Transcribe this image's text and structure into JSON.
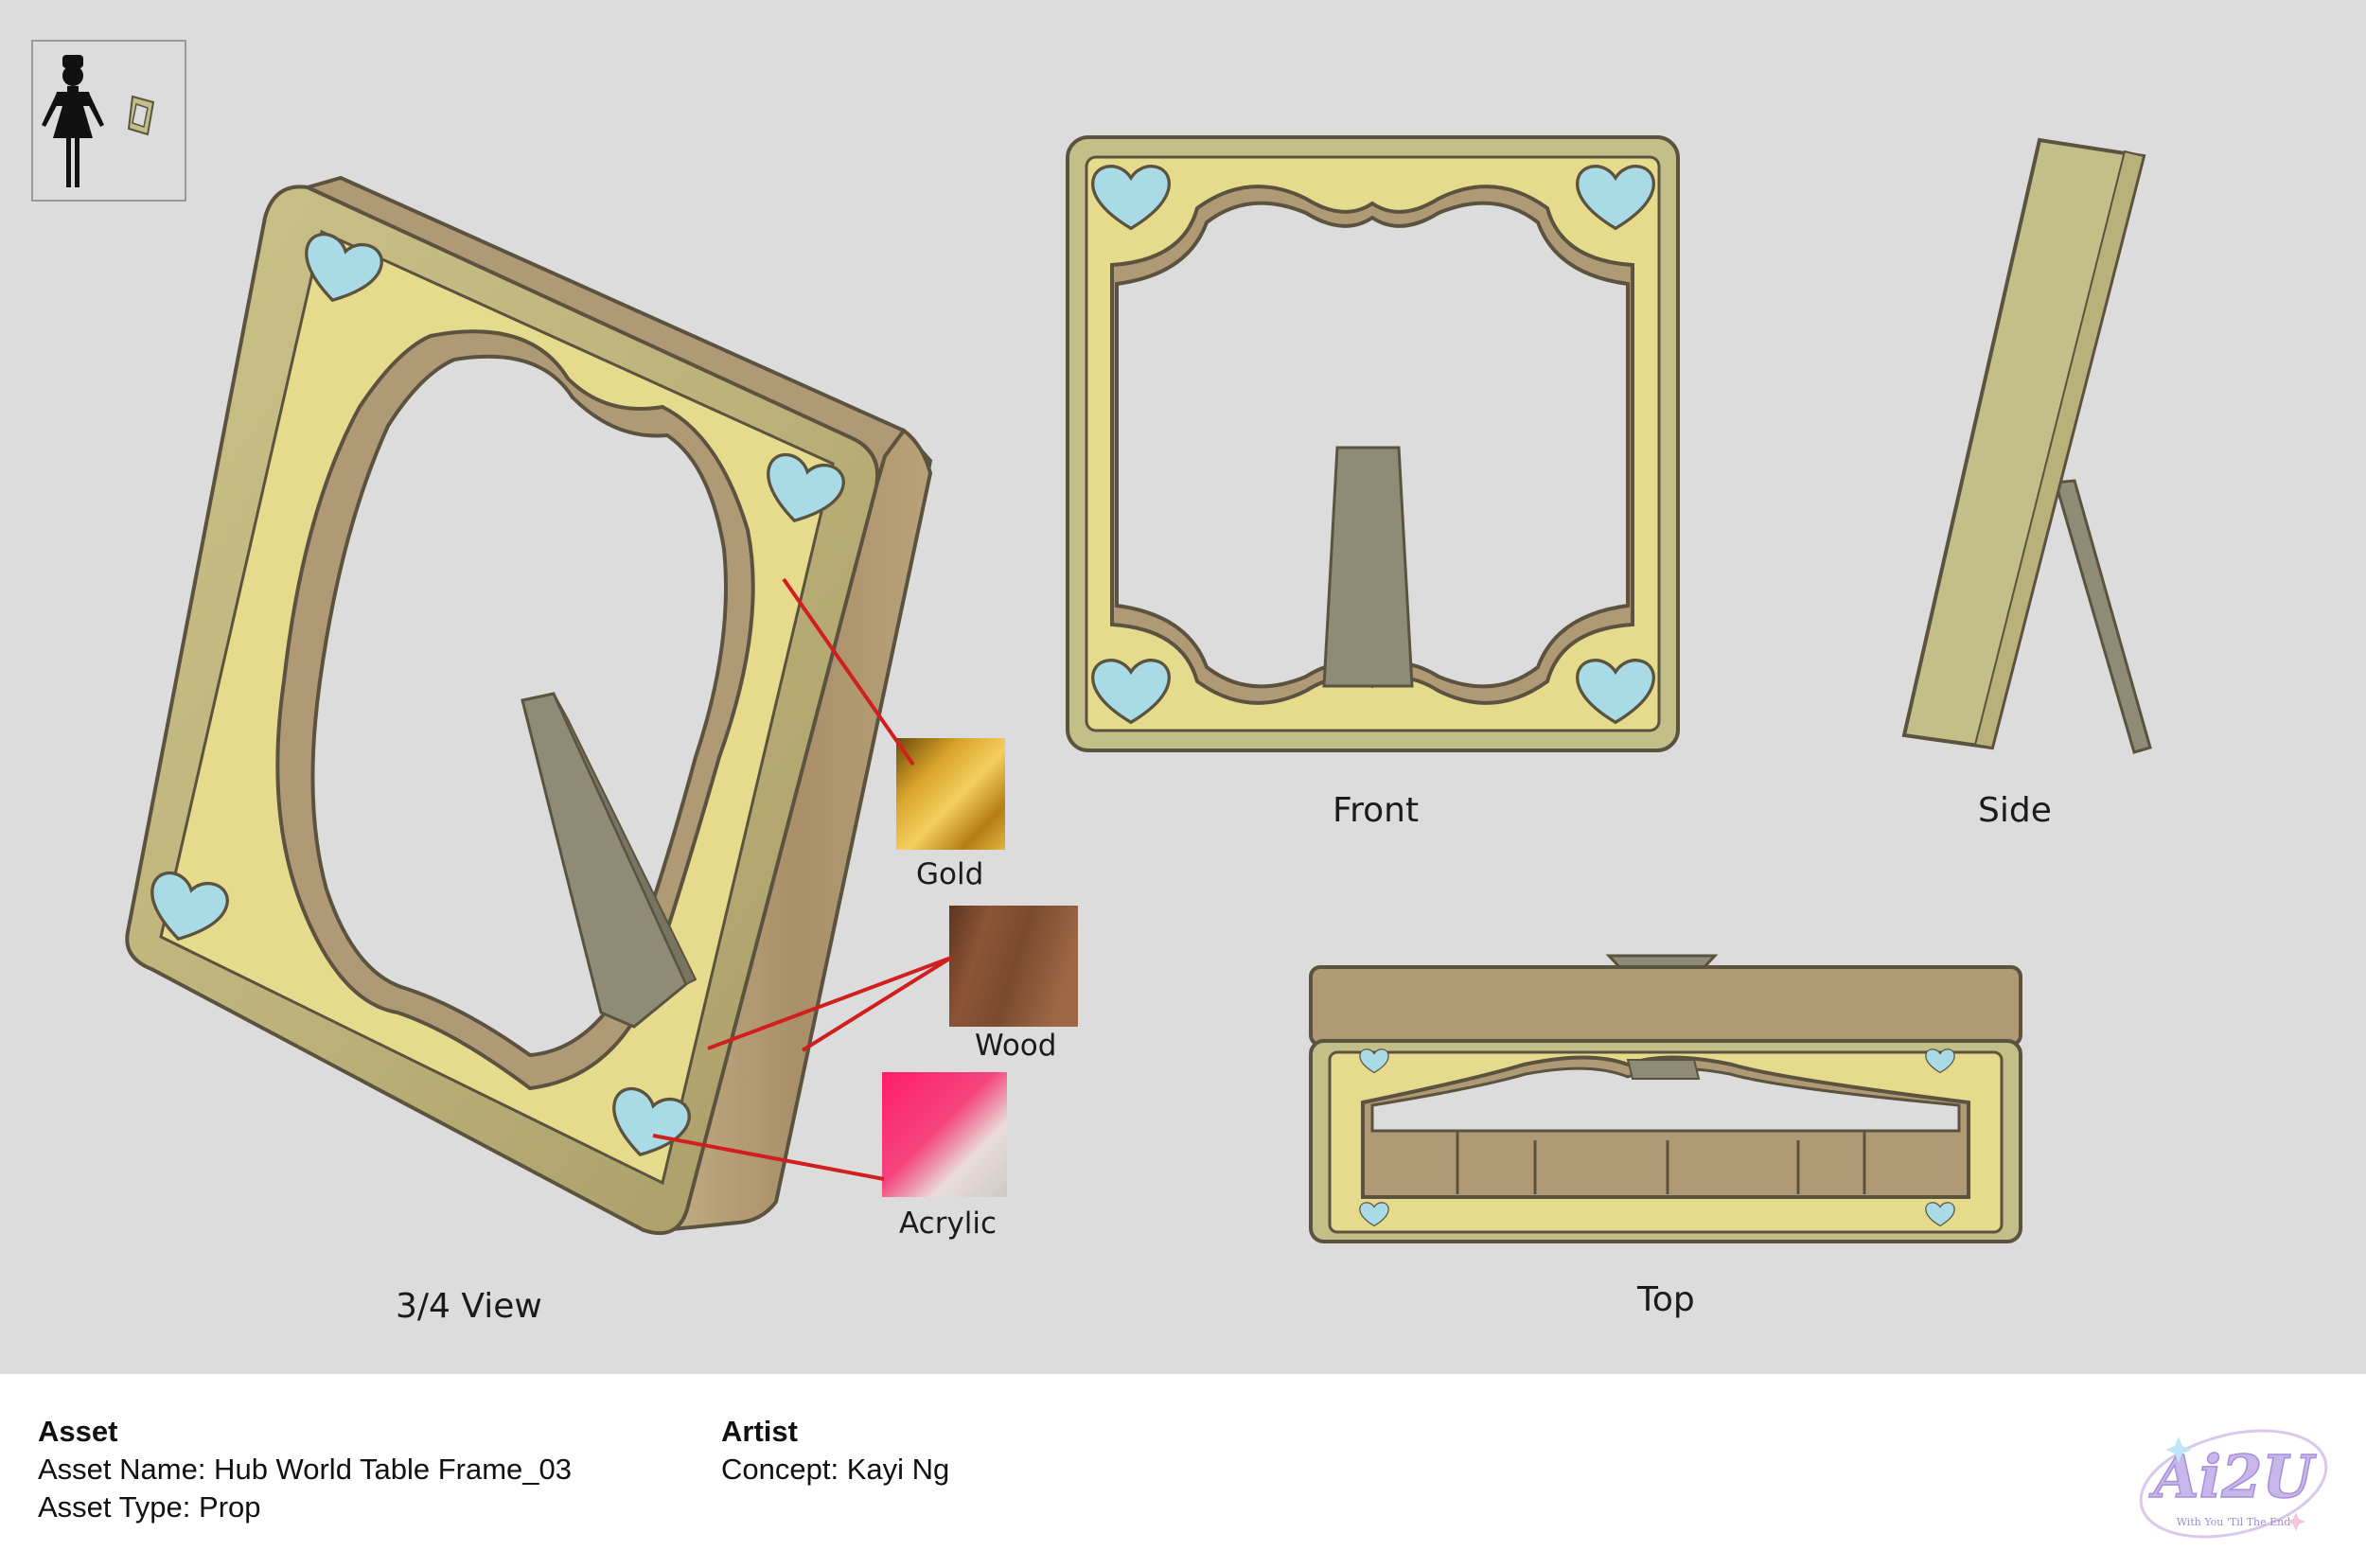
{
  "views": {
    "three_quarter": "3/4 View",
    "front": "Front",
    "side": "Side",
    "top": "Top"
  },
  "materials": {
    "gold": "Gold",
    "wood": "Wood",
    "acrylic": "Acrylic"
  },
  "info": {
    "asset_heading": "Asset",
    "asset_name": "Asset Name: Hub World Table Frame_03",
    "asset_type": "Asset Type: Prop",
    "artist_heading": "Artist",
    "concept": "Concept: Kayi Ng"
  },
  "logo": {
    "text": "Ai2U",
    "tagline": "With You 'Til The End"
  },
  "colors": {
    "background": "#dcdcdc",
    "frame_gold": "#c3bf88",
    "frame_outline": "#5b5340",
    "inner_yellow": "#e6da8c",
    "wood": "#b09a76",
    "heart": "#a8dbe6",
    "stand": "#8e8c76",
    "callout": "#d11f1f"
  }
}
